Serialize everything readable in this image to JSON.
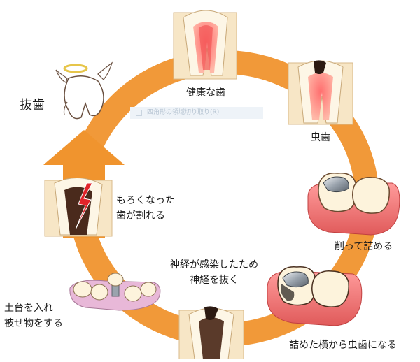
{
  "steps": {
    "healthy": "健康な歯",
    "cavity": "虫歯",
    "filled": "削って詰める",
    "recurrent": "詰めた横から虫歯になる",
    "root_canal": [
      "神経が感染したため",
      "神経を抜く"
    ],
    "crown": [
      "土台を入れ",
      "被せ物をする"
    ],
    "fracture": [
      "もろくなった",
      "歯が割れる"
    ],
    "extraction": "抜歯"
  },
  "overlay": {
    "menu_item": "四角形の領域切り取り(R)"
  },
  "colors": {
    "cycle_arrow": "#f0942e",
    "gum": "#f08a8a",
    "tooth": "#fdf3dc",
    "decay": "#3a2418",
    "crack": "#e0242a"
  }
}
